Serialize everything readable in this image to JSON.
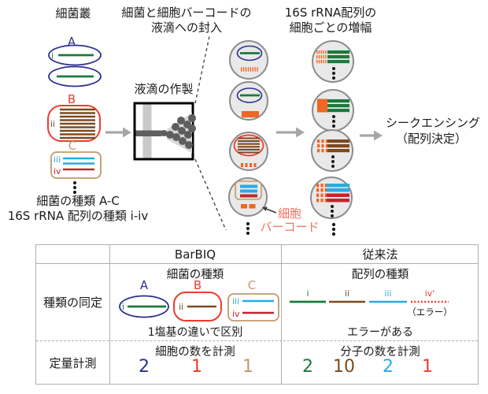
{
  "colors": {
    "blue": "#2e3192",
    "green": "#1b7a3d",
    "red": "#ef3b2d",
    "brown": "#7c4a21",
    "tan": "#c2996b",
    "cyan": "#29abe2",
    "crimson": "#c1272d",
    "orange": "#f26522",
    "salmon": "#f2705a",
    "droplet_fill": "#e9e9e9",
    "droplet_stroke": "#8c8c8c",
    "arrow_gray": "#a6a6a6",
    "dark_gray": "#5e5e5e",
    "channel_gray": "#c9c9c9",
    "funnel_gray": "#d8d8d8",
    "border_gray": "#b0b0b0",
    "text": "#1a1a1a"
  },
  "diagram": {
    "title_flora": "細菌叢",
    "title_encapsulation_1": "細菌と細胞バーコードの",
    "title_encapsulation_2": "液滴への封入",
    "title_amplification_1": "16S rRNA配列の",
    "title_amplification_2": "細胞ごとの増幅",
    "droplet_generation": "液滴の作製",
    "sequencing_1": "シークエンシング",
    "sequencing_2": "（配列決定）",
    "caption_1": "細菌の種類 A-C",
    "caption_2": "16S rRNA 配列の種類 i-iv",
    "barcode_label_1": "細胞",
    "barcode_label_2": "バーコード",
    "species": {
      "a": "A",
      "b": "B",
      "c": "C"
    },
    "sequences": {
      "i": "i",
      "ii": "ii",
      "iii": "iii",
      "iv": "iv"
    }
  },
  "table": {
    "header": {
      "barbiq": "BarBIQ",
      "conventional": "従来法"
    },
    "rows": {
      "identification": "種類の同定",
      "quantification": "定量計測"
    },
    "barbiq": {
      "subtitle": "細菌の種類",
      "species": {
        "a": "A",
        "b": "B",
        "c": "C"
      },
      "sequences": {
        "i": "i",
        "ii": "ii",
        "iii": "iii",
        "iv": "iv"
      },
      "caption": "1塩基の違いで区別",
      "count_title": "細胞の数を計測",
      "counts": {
        "a": "2",
        "b": "1",
        "c": "1"
      }
    },
    "conventional": {
      "subtitle": "配列の種類",
      "sequences": {
        "i": "i",
        "ii": "ii",
        "iii": "iii",
        "iv": "iv'"
      },
      "error_note": "（エラー）",
      "caption": "エラーがある",
      "count_title": "分子の数を計測",
      "counts": {
        "i": "2",
        "ii": "10",
        "iii": "2",
        "iv": "1"
      }
    }
  }
}
